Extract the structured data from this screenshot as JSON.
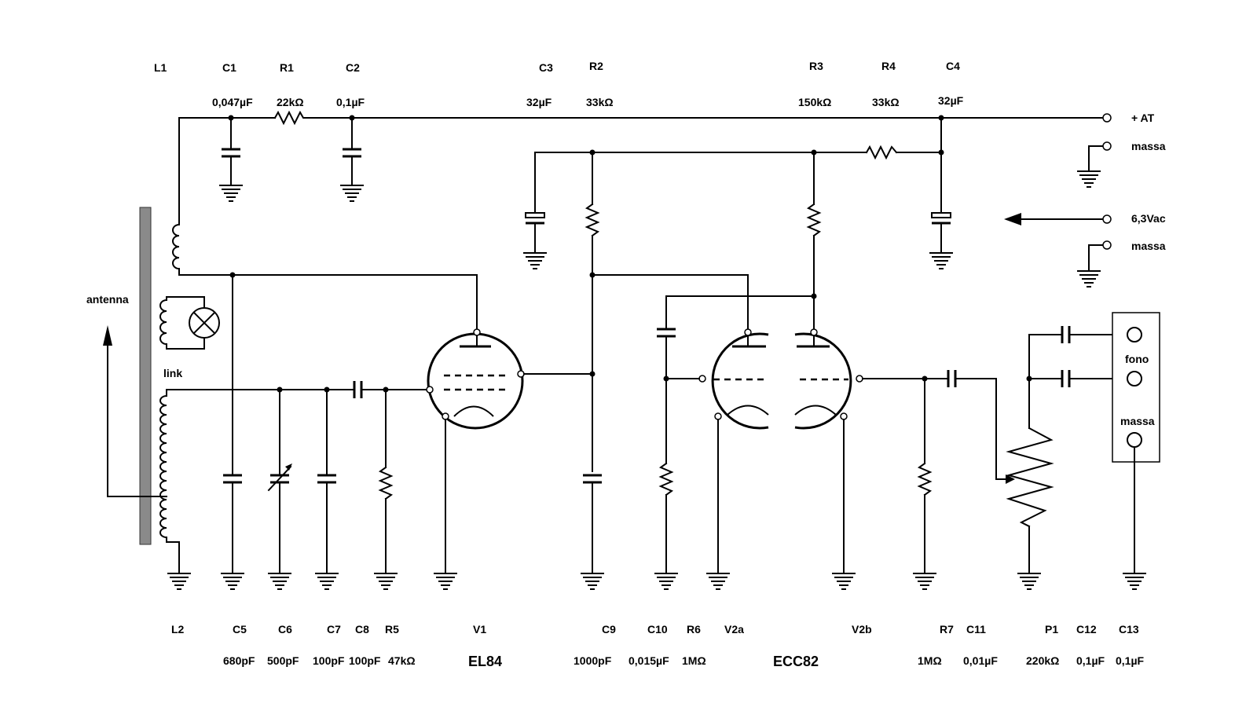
{
  "components": {
    "L1": {
      "ref": "L1"
    },
    "L2": {
      "ref": "L2"
    },
    "C1": {
      "ref": "C1",
      "value": "0,047µF"
    },
    "R1": {
      "ref": "R1",
      "value": "22kΩ"
    },
    "C2": {
      "ref": "C2",
      "value": "0,1µF"
    },
    "C3": {
      "ref": "C3",
      "value": "32µF"
    },
    "R2": {
      "ref": "R2",
      "value": "33kΩ"
    },
    "R3": {
      "ref": "R3",
      "value": "150kΩ"
    },
    "R4": {
      "ref": "R4",
      "value": "33kΩ"
    },
    "C4": {
      "ref": "C4",
      "value": "32µF"
    },
    "C5": {
      "ref": "C5",
      "value": "680pF"
    },
    "C6": {
      "ref": "C6",
      "value": "500pF"
    },
    "C7": {
      "ref": "C7",
      "value": "100pF"
    },
    "C8": {
      "ref": "C8",
      "value": "100pF"
    },
    "R5": {
      "ref": "R5",
      "value": "47kΩ"
    },
    "V1": {
      "ref": "V1",
      "value": "EL84"
    },
    "C9": {
      "ref": "C9",
      "value": "1000pF"
    },
    "C10": {
      "ref": "C10",
      "value": "0,015µF"
    },
    "R6": {
      "ref": "R6",
      "value": "1MΩ"
    },
    "V2a": {
      "ref": "V2a"
    },
    "V2b": {
      "ref": "V2b"
    },
    "ECC82": {
      "value": "ECC82"
    },
    "R7": {
      "ref": "R7",
      "value": "1MΩ"
    },
    "C11": {
      "ref": "C11",
      "value": "0,01µF"
    },
    "P1": {
      "ref": "P1",
      "value": "220kΩ"
    },
    "C12": {
      "ref": "C12",
      "value": "0,1µF"
    },
    "C13": {
      "ref": "C13",
      "value": "0,1µF"
    }
  },
  "labels": {
    "antenna": "antenna",
    "link": "link",
    "at": "+ AT",
    "massa_1": "massa",
    "heater": "6,3Vac",
    "massa_2": "massa",
    "fono": "fono",
    "massa_3": "massa"
  }
}
